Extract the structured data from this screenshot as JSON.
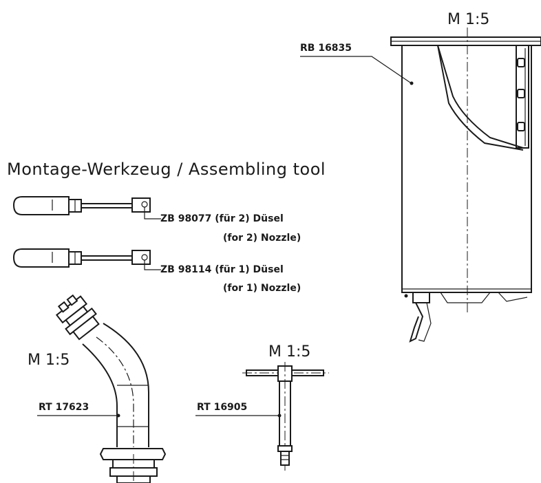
{
  "scales": {
    "tank": "M 1:5",
    "elbow": "M 1:5",
    "tbar": "M 1:5"
  },
  "heading": "Montage-Werkzeug / Assembling tool",
  "parts": {
    "tank": "RB 16835",
    "tool1_line1": "ZB 98077 (für 2) Düsel",
    "tool1_line2": "(for 2) Nozzle)",
    "tool2_line1": "ZB 98114 (für 1) Düsel",
    "tool2_line2": "(for 1) Nozzle)",
    "elbow": "RT 17623",
    "tbar": "RT 16905"
  }
}
